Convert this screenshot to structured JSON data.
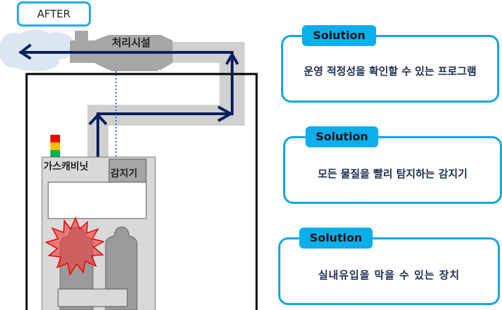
{
  "header": {
    "label": "AFTER"
  },
  "diagram": {
    "facility": "처리시설",
    "cabinet": "가스캐비닛",
    "sensor": "감지기"
  },
  "solutions": [
    {
      "tag": "Solution",
      "text": "운영 적정성을 확인할 수 있는 프로그램"
    },
    {
      "tag": "Solution",
      "text": "모든 물질을 빨리 탐지하는 감지기"
    },
    {
      "tag": "Solution",
      "text": "실내유입을 막을 수 있는 장치"
    }
  ],
  "colors": {
    "accent": "#0aaeea",
    "arrow": "#0a1f5c",
    "duct": "#d0d0d0"
  }
}
